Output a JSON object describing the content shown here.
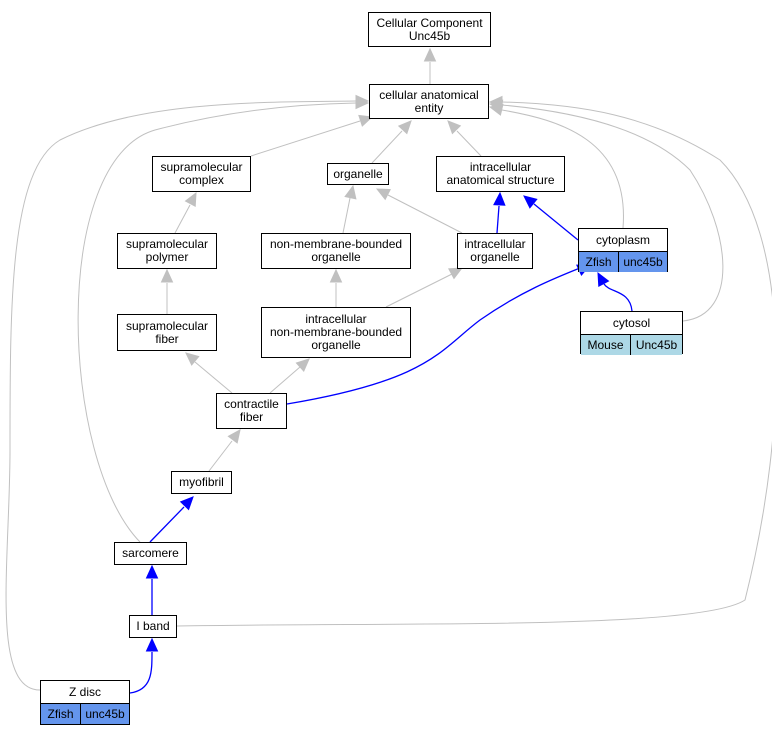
{
  "colors": {
    "grey_edge": "#c0c0c0",
    "blue_edge": "#0000ff",
    "zfish_tag": "#6495ed",
    "mouse_tag": "#add8e6"
  },
  "nodes": {
    "root": "Cellular Component\nUnc45b",
    "cae": "cellular anatomical\nentity",
    "smc": "supramolecular\ncomplex",
    "organelle": "organelle",
    "ias": "intracellular\nanatomical structure",
    "cytoplasm": "cytoplasm",
    "smp": "supramolecular\npolymer",
    "nmbo": "non-membrane-bounded\norganelle",
    "io": "intracellular\norganelle",
    "cytosol": "cytosol",
    "smf": "supramolecular\nfiber",
    "inmbo": "intracellular\nnon-membrane-bounded\norganelle",
    "cf": "contractile\nfiber",
    "myofibril": "myofibril",
    "sarcomere": "sarcomere",
    "iband": "I band",
    "zdisc": "Z disc"
  },
  "tags": {
    "cytoplasm": [
      {
        "label": "Zfish",
        "species": "zfish"
      },
      {
        "label": "unc45b",
        "species": "zfish"
      }
    ],
    "cytosol": [
      {
        "label": "Mouse",
        "species": "mouse"
      },
      {
        "label": "Unc45b",
        "species": "mouse"
      }
    ],
    "zdisc": [
      {
        "label": "Zfish",
        "species": "zfish"
      },
      {
        "label": "unc45b",
        "species": "zfish"
      }
    ]
  }
}
